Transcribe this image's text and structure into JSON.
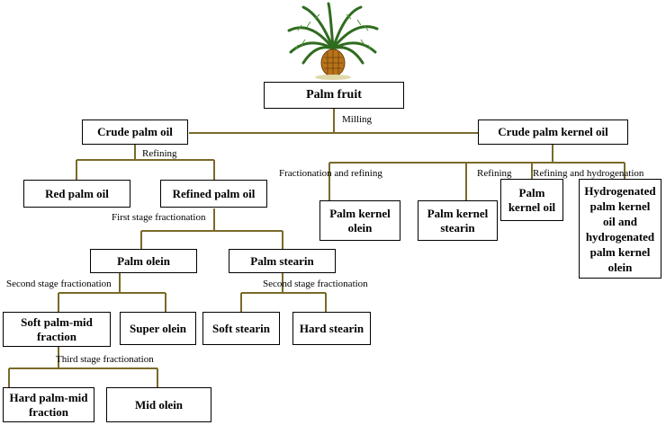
{
  "diagram": {
    "nodes": {
      "palm_fruit": "Palm fruit",
      "crude_palm_oil": "Crude palm oil",
      "crude_palm_kernel_oil": "Crude palm kernel oil",
      "red_palm_oil": "Red palm oil",
      "refined_palm_oil": "Refined palm oil",
      "palm_kernel_olein": "Palm kernel olein",
      "palm_kernel_stearin": "Palm kernel stearin",
      "palm_kernel_oil": "Palm kernel oil",
      "hydrogenated": "Hydrogenated palm kernel oil and hydrogenated palm kernel olein",
      "palm_olein": "Palm olein",
      "palm_stearin": "Palm stearin",
      "soft_palm_mid_fraction": "Soft palm-mid fraction",
      "super_olein": "Super olein",
      "soft_stearin": "Soft stearin",
      "hard_stearin": "Hard stearin",
      "hard_palm_mid_fraction": "Hard palm-mid fraction",
      "mid_olein": "Mid olein"
    },
    "labels": {
      "milling": "Milling",
      "refining_1": "Refining",
      "fractionation_and_refining": "Fractionation and refining",
      "refining_2": "Refining",
      "refining_and_hydrogenation": "Refining and hydrogenation",
      "first_stage": "First stage fractionation",
      "second_stage_left": "Second stage fractionation",
      "second_stage_right": "Second stage fractionation",
      "third_stage": "Third stage fractionation"
    }
  },
  "colors": {
    "connector": "#7a6a2a",
    "box_border": "#000000",
    "background": "#ffffff"
  },
  "icons": {
    "tree": "palm-tree-icon"
  }
}
